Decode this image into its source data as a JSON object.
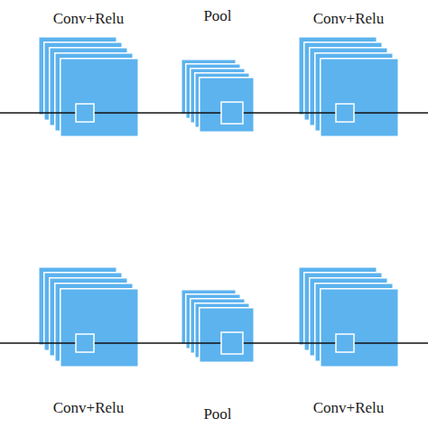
{
  "diagram": {
    "nodes": [
      {
        "text": [
          "Conv+Relu"
        ]
      },
      {
        "text": [
          "Pool"
        ]
      },
      {
        "text": [
          "Conv+Relu"
        ]
      },
      {
        "text": [
          "Conv+Relu"
        ]
      },
      {
        "text": [
          "Pool"
        ]
      },
      {
        "text": [
          "Conv+Relu"
        ]
      }
    ],
    "edges": [
      {
        "from": 0,
        "to": 1,
        "arrow": "none"
      },
      {
        "from": 1,
        "to": 2,
        "arrow": "none"
      },
      {
        "from": 3,
        "to": 4,
        "arrow": "none"
      },
      {
        "from": 4,
        "to": 5,
        "arrow": "none"
      }
    ]
  }
}
